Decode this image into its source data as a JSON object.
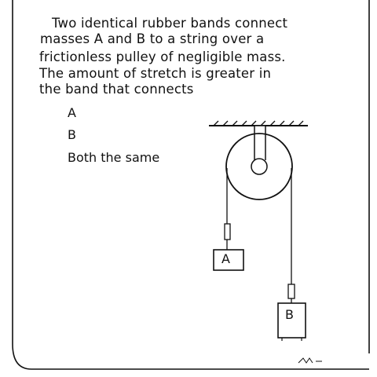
{
  "question": {
    "lines": [
      "Two identical rubber bands connect",
      "masses A and B to a string over a",
      "frictionless pulley of negligible mass.",
      "The amount of stretch is greater in",
      "the band that connects"
    ]
  },
  "options": [
    "A",
    "B",
    "Both the same"
  ],
  "diagram": {
    "mass_a_label": "A",
    "mass_b_label": "B"
  }
}
